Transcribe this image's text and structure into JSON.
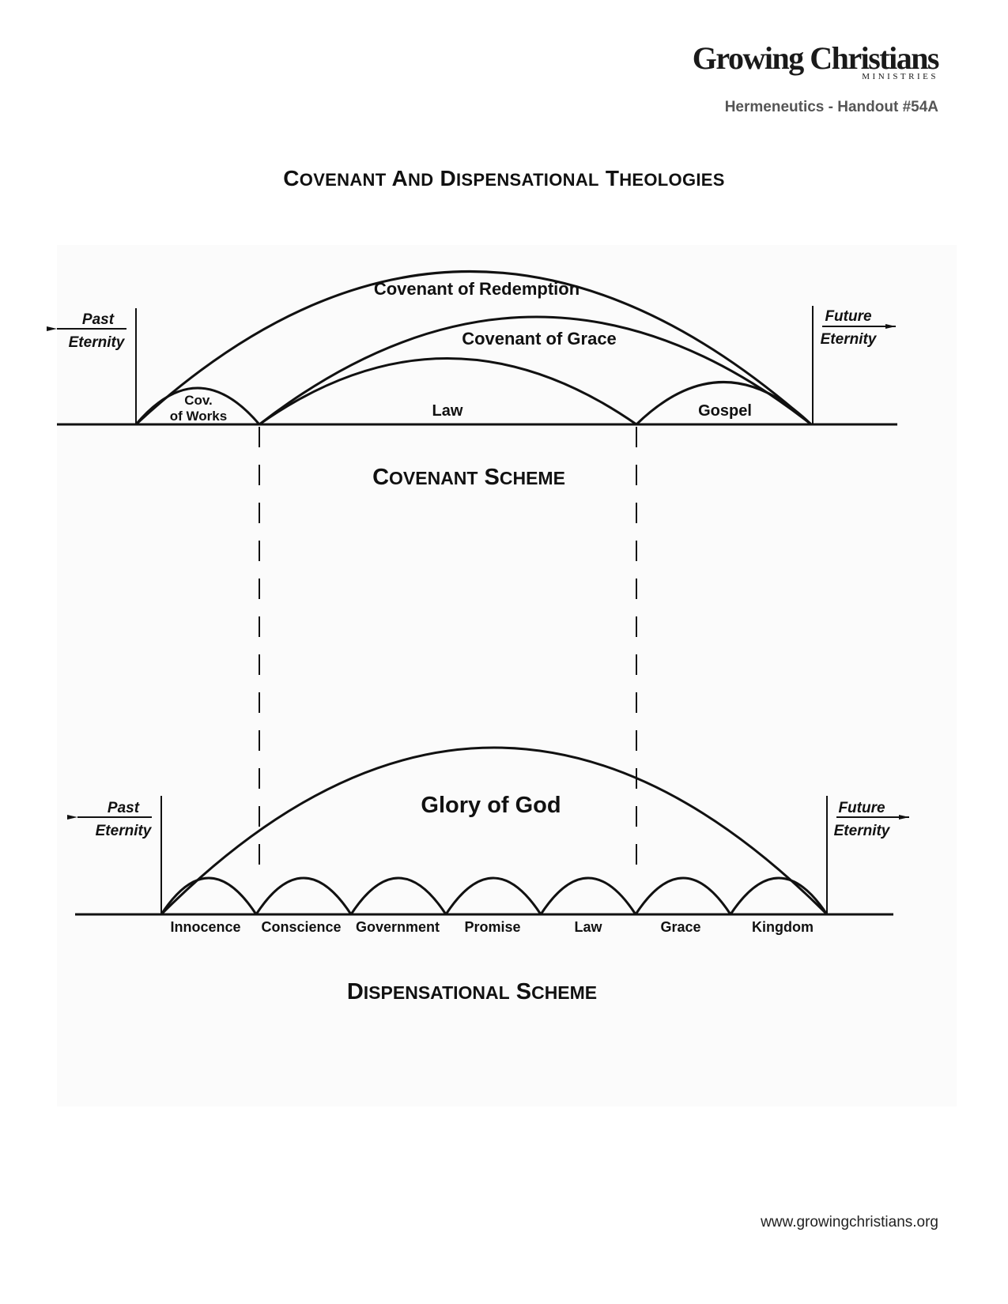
{
  "header": {
    "logo_main": "Growing Christians",
    "logo_sub": "MINISTRIES",
    "handout": "Hermeneutics - Handout #54A"
  },
  "title": {
    "w1_first": "C",
    "w1_rest": "OVENANT",
    "w2_first": " A",
    "w2_rest": "ND",
    "w3_first": " D",
    "w3_rest": "ISPENSATIONAL",
    "w4_first": " T",
    "w4_rest": "HEOLOGIES"
  },
  "covenant": {
    "past_1": "Past",
    "past_2": "Eternity",
    "future_1": "Future",
    "future_2": "Eternity",
    "redemption": "Covenant of Redemption",
    "grace": "Covenant of Grace",
    "works_1": "Cov.",
    "works_2": "of Works",
    "law": "Law",
    "gospel": "Gospel",
    "scheme_a_first": "C",
    "scheme_a_rest": "OVENANT",
    "scheme_b_first": " S",
    "scheme_b_rest": "CHEME"
  },
  "dispensational": {
    "past_1": "Past",
    "past_2": "Eternity",
    "future_1": "Future",
    "future_2": "Eternity",
    "glory": "Glory of God",
    "periods": [
      "Innocence",
      "Conscience",
      "Government",
      "Promise",
      "Law",
      "Grace",
      "Kingdom"
    ],
    "scheme_a_first": "D",
    "scheme_a_rest": "ISPENSATIONAL",
    "scheme_b_first": " S",
    "scheme_b_rest": "CHEME"
  },
  "footer": {
    "url": "www.growingchristians.org"
  }
}
